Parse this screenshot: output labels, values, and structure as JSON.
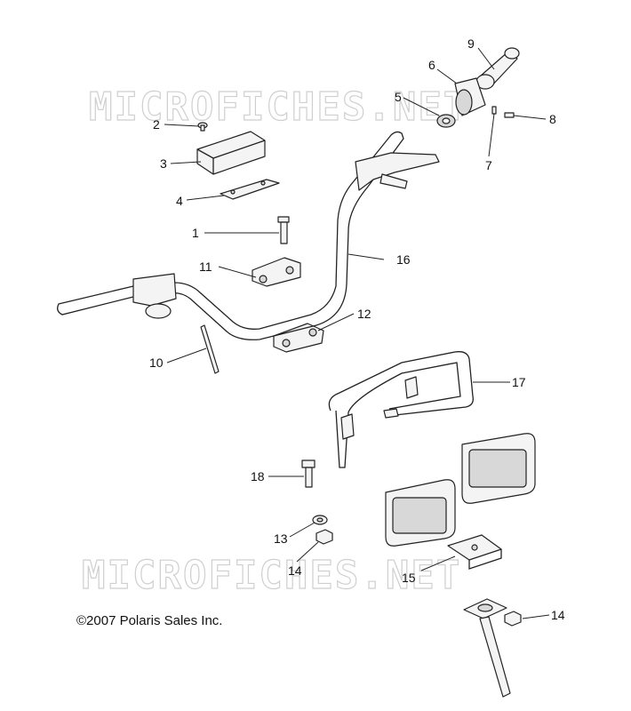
{
  "watermark_top": "MICROFICHES.NET",
  "watermark_bottom": "MICROFICHES.NET",
  "copyright": "©2007 Polaris Sales Inc.",
  "callouts": {
    "c1": "1",
    "c2": "2",
    "c3": "3",
    "c4": "4",
    "c5": "5",
    "c6": "6",
    "c7": "7",
    "c8": "8",
    "c9": "9",
    "c10": "10",
    "c11": "11",
    "c12": "12",
    "c13": "13",
    "c14a": "14",
    "c14b": "14",
    "c15": "15",
    "c16": "16",
    "c17": "17",
    "c18": "18"
  }
}
